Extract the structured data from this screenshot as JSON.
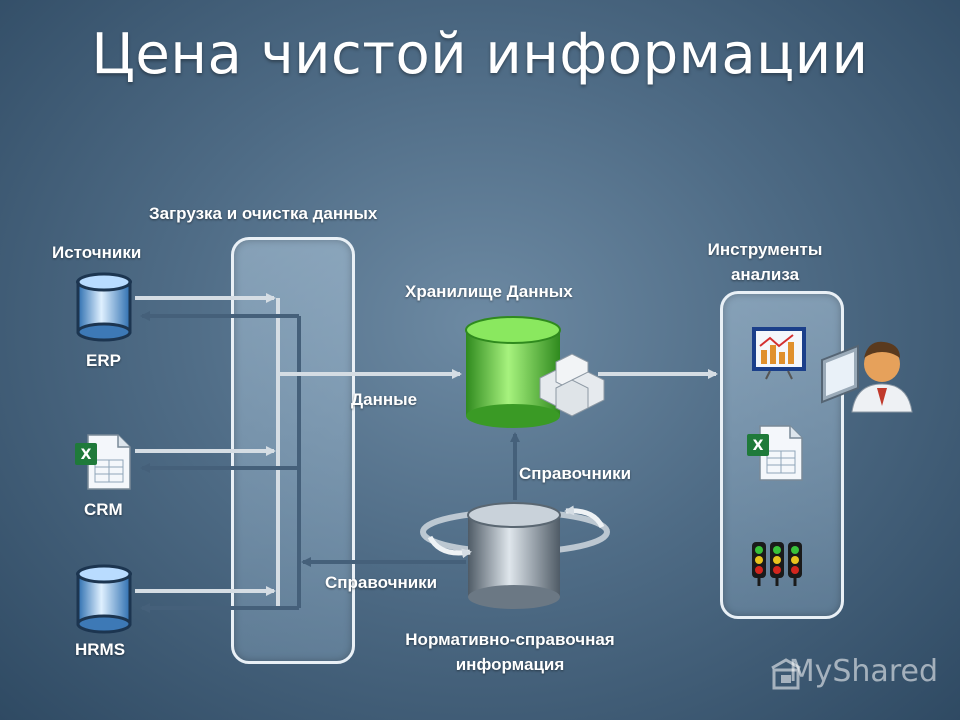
{
  "title": "Цена чистой информации",
  "labels": {
    "loading": "Загрузка и очистка данных",
    "sources": "Источники",
    "warehouse": "Хранилище Данных",
    "tools_line1": "Инструменты",
    "tools_line2": "анализа",
    "data": "Данные",
    "reference_upper": "Справочники",
    "reference_lower": "Справочники",
    "mdm_line1": "Нормативно-справочная",
    "mdm_line2": "информация"
  },
  "sources": [
    {
      "label": "ERP",
      "icon": "database-icon"
    },
    {
      "label": "CRM",
      "icon": "excel-icon"
    },
    {
      "label": "HRMS",
      "icon": "database-icon"
    }
  ],
  "tools": [
    {
      "icon": "chart-icon"
    },
    {
      "icon": "excel-icon"
    },
    {
      "icon": "traffic-light-icon"
    }
  ],
  "watermark": "MyShared",
  "colors": {
    "background": "#4f6c86",
    "arrow": "#d5dde4",
    "arrow_dark": "#45607a",
    "warehouse": "#5fcf3a",
    "mdm": "#9aa7b4",
    "database": "#7fb6e6"
  }
}
